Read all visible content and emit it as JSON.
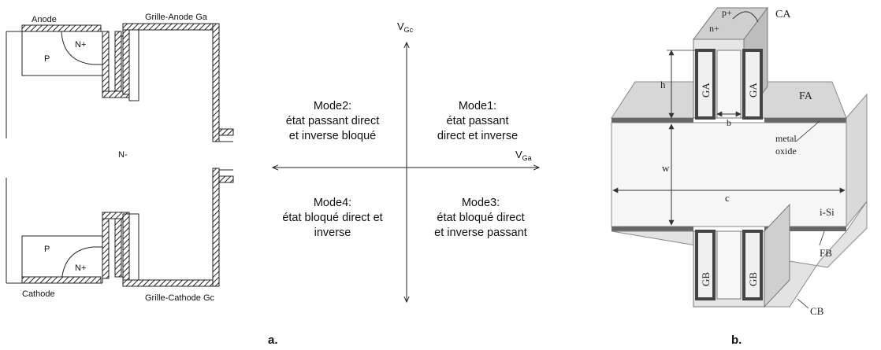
{
  "left_device": {
    "anode": "Anode",
    "grille_anode": "Grille-Anode Ga",
    "p_top": "P",
    "nplus_top": "N+",
    "nminus": "N-",
    "p_bottom": "P",
    "nplus_bottom": "N+",
    "cathode": "Cathode",
    "grille_cathode": "Grille-Cathode Gc"
  },
  "quadrant": {
    "y_axis": {
      "main": "V",
      "sub": "Gc"
    },
    "x_axis": {
      "main": "V",
      "sub": "Ga"
    },
    "mode1": {
      "title": "Mode1:",
      "line1": "état passant",
      "line2": "direct et inverse"
    },
    "mode2": {
      "title": "Mode2:",
      "line1": "état passant direct",
      "line2": "et inverse bloqué"
    },
    "mode3": {
      "title": "Mode3:",
      "line1": "état bloqué direct",
      "line2": "et inverse passant"
    },
    "mode4": {
      "title": "Mode4:",
      "line1": "état bloqué direct et",
      "line2": "inverse"
    }
  },
  "right_device": {
    "ca": "CA",
    "pplus": "p+",
    "nplus": "n+",
    "ga_left": "GA",
    "ga_right": "GA",
    "h": "h",
    "b": "b",
    "fa": "FA",
    "metal": "metal",
    "oxide": "oxide",
    "w": "w",
    "c": "c",
    "isi": "i-Si",
    "gb_left": "GB",
    "gb_right": "GB",
    "fb": "FB",
    "cb": "CB"
  },
  "captions": {
    "a": "a.",
    "b": "b."
  }
}
